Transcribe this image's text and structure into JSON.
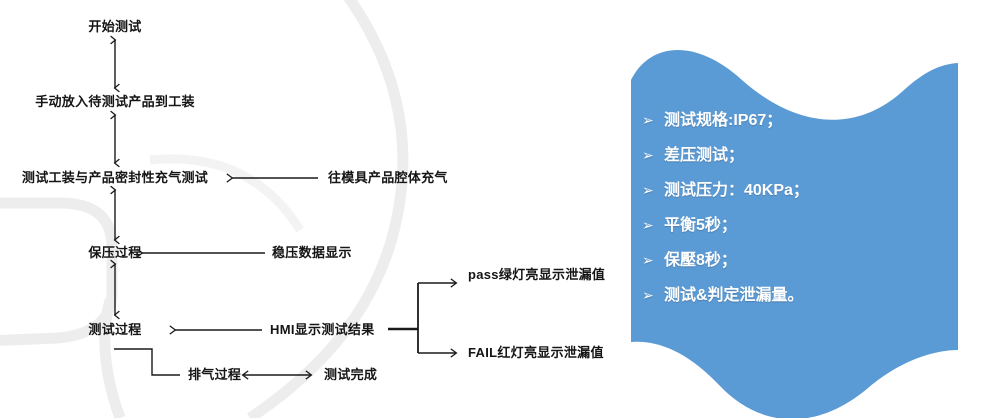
{
  "flowchart": {
    "nodes": [
      {
        "id": "start",
        "label": "开始测试"
      },
      {
        "id": "load-product",
        "label": "手动放入待测试产品到工装"
      },
      {
        "id": "seal-test",
        "label": "测试工装与产品密封性充气测试"
      },
      {
        "id": "mold-inflate",
        "label": "往模具产品腔体充气"
      },
      {
        "id": "hold-press",
        "label": "保压过程"
      },
      {
        "id": "stable-data",
        "label": "稳压数据显示"
      },
      {
        "id": "test-process",
        "label": "测试过程"
      },
      {
        "id": "hmi-result",
        "label": "HMI显示测试结果"
      },
      {
        "id": "pass-branch",
        "label": "pass绿灯亮显示泄漏值"
      },
      {
        "id": "fail-branch",
        "label": "FAIL红灯亮显示泄漏值"
      },
      {
        "id": "exhaust",
        "label": "排气过程"
      },
      {
        "id": "test-done",
        "label": "测试完成"
      }
    ],
    "line_color": "#1a1a1a"
  },
  "spec_panel": {
    "fill_color": "#5B9BD5",
    "text_color": "#FFFFFF",
    "bullet_glyph": "➢",
    "items": [
      "测试规格:IP67；",
      "差压测试；",
      "测试压力：40KPa；",
      " 平衡5秒；",
      "保壓8秒；",
      "测试&判定泄漏量。"
    ]
  }
}
